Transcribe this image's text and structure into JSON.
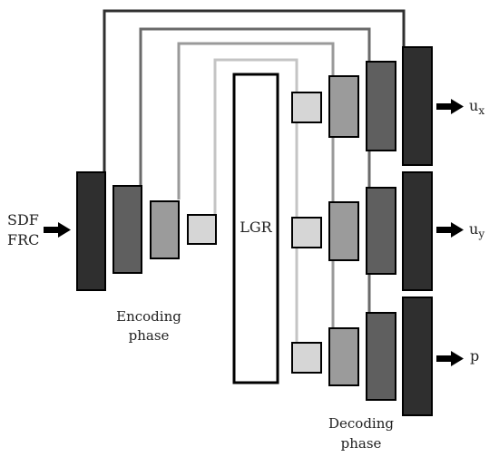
{
  "inputs": {
    "line1": "SDF",
    "line2": "FRC"
  },
  "center_block": {
    "label": "LGR"
  },
  "phases": {
    "encoding_line1": "Encoding",
    "encoding_line2": "phase",
    "decoding_line1": "Decoding",
    "decoding_line2": "phase"
  },
  "outputs": {
    "ux_base": "u",
    "ux_sub": "x",
    "uy_base": "u",
    "uy_sub": "y",
    "p": "p"
  },
  "colors": {
    "level1": "#2f2f2f",
    "level2": "#5f5f5f",
    "level3": "#9b9b9b",
    "level4": "#d6d6d6",
    "skip1": "#2f2f2f",
    "skip2": "#6a6a6a",
    "skip3": "#9a9a9a",
    "skip4": "#c4c4c4",
    "center": "#ffffff"
  }
}
